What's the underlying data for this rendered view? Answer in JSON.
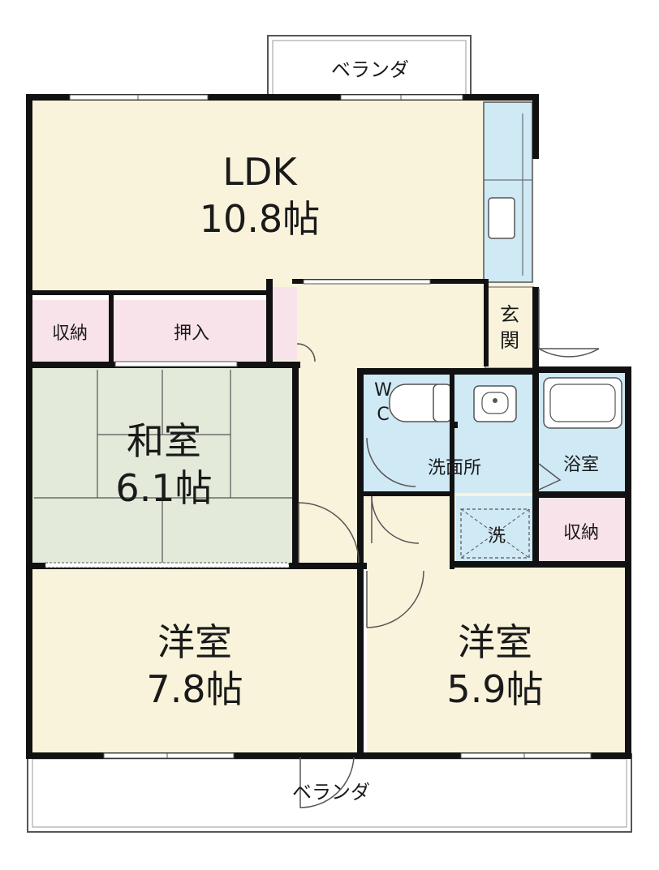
{
  "balcony_top": {
    "label": "ベランダ"
  },
  "balcony_bottom": {
    "label": "ベランダ"
  },
  "ldk": {
    "name": "LDK",
    "size": "10.8帖"
  },
  "storage_left": {
    "label": "収納"
  },
  "closet": {
    "label": "押入"
  },
  "entrance": {
    "line1": "玄",
    "line2": "関"
  },
  "washitsu": {
    "name": "和室",
    "size": "6.1帖"
  },
  "wc": {
    "line1": "W",
    "line2": "C"
  },
  "washroom": {
    "label": "洗面所"
  },
  "bath": {
    "label": "浴室"
  },
  "laundry": {
    "label": "洗"
  },
  "storage_right": {
    "label": "収納"
  },
  "western_left": {
    "name": "洋室",
    "size": "7.8帖"
  },
  "western_right": {
    "name": "洋室",
    "size": "5.9帖"
  },
  "colors": {
    "floor": "#faf3dc",
    "tatami": "#e3ead9",
    "storage": "#f9e3ea",
    "wet": "#cfe9f5",
    "wall": "#111111"
  }
}
